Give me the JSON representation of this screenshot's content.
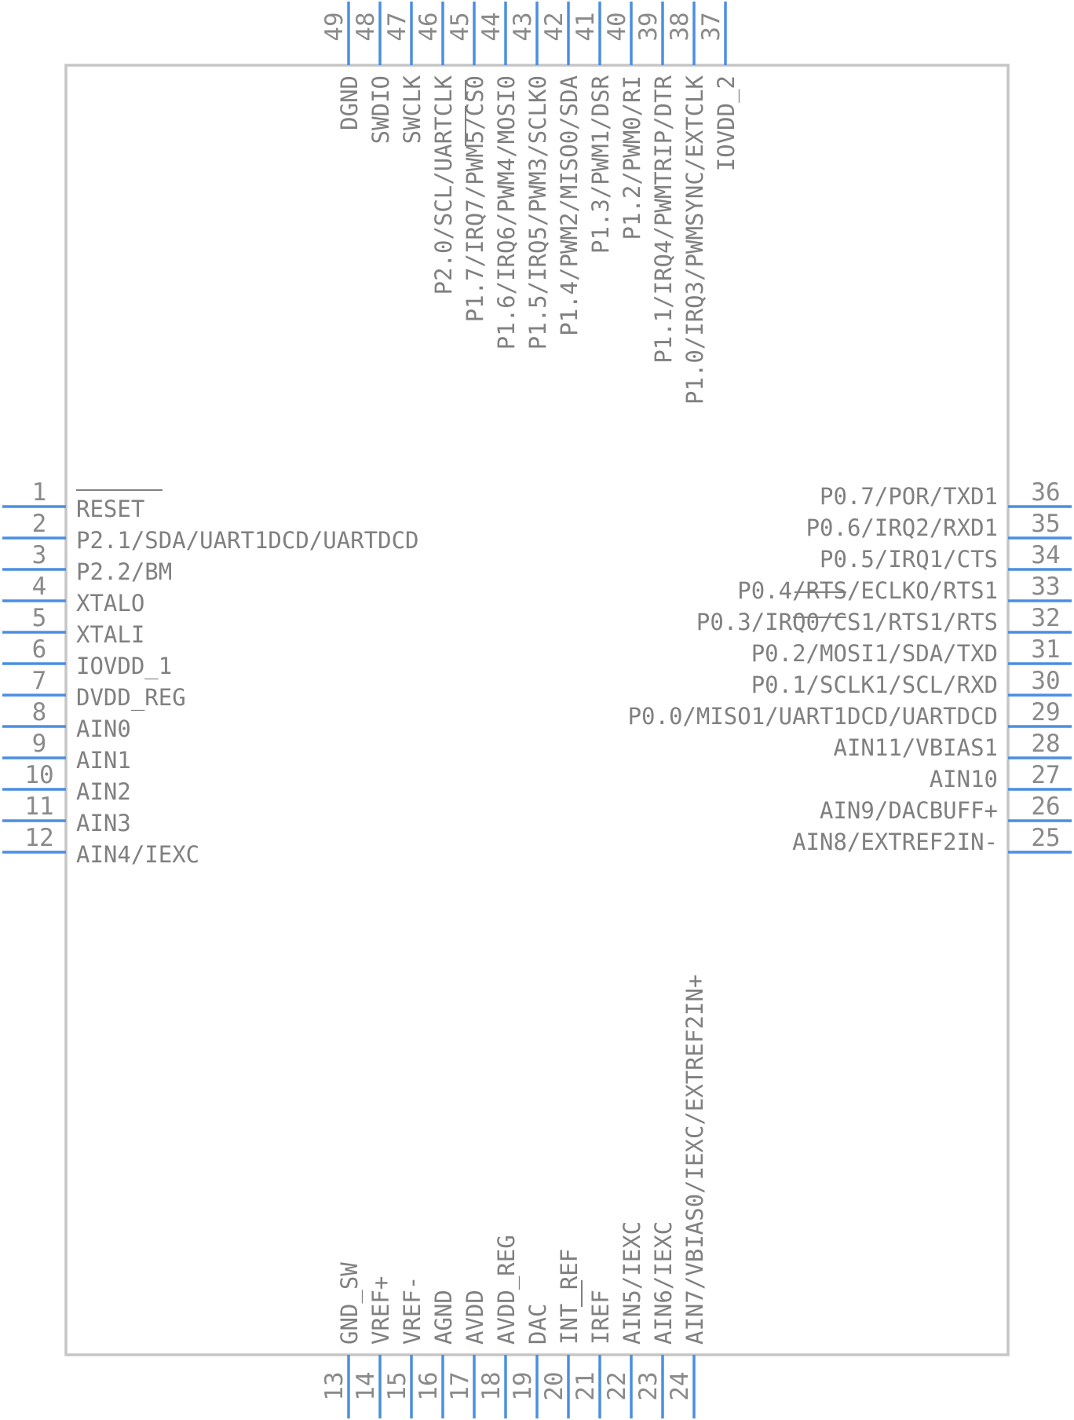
{
  "colors": {
    "pin": "#4a8fe0",
    "body": "#c6c6c6",
    "text": "#808080"
  },
  "component": {
    "left_pins": [
      {
        "number": "1",
        "name": "RESET",
        "overbar": true
      },
      {
        "number": "2",
        "name": "P2.1/SDA/UART1DCD/UARTDCD"
      },
      {
        "number": "3",
        "name": "P2.2/BM"
      },
      {
        "number": "4",
        "name": "XTALO"
      },
      {
        "number": "5",
        "name": "XTALI"
      },
      {
        "number": "6",
        "name": "IOVDD_1"
      },
      {
        "number": "7",
        "name": "DVDD_REG"
      },
      {
        "number": "8",
        "name": "AIN0"
      },
      {
        "number": "9",
        "name": "AIN1"
      },
      {
        "number": "10",
        "name": "AIN2"
      },
      {
        "number": "11",
        "name": "AIN3"
      },
      {
        "number": "12",
        "name": "AIN4/IEXC"
      }
    ],
    "bottom_pins": [
      {
        "number": "13",
        "name": "GND_SW"
      },
      {
        "number": "14",
        "name": "VREF+"
      },
      {
        "number": "15",
        "name": "VREF-"
      },
      {
        "number": "16",
        "name": "AGND"
      },
      {
        "number": "17",
        "name": "AVDD"
      },
      {
        "number": "18",
        "name": "AVDD_REG"
      },
      {
        "number": "19",
        "name": "DAC"
      },
      {
        "number": "20",
        "name": "INT_REF"
      },
      {
        "number": "21",
        "name": "IREF"
      },
      {
        "number": "22",
        "name": "AIN5/IEXC"
      },
      {
        "number": "23",
        "name": "AIN6/IEXC"
      },
      {
        "number": "24",
        "name": "AIN7/VBIAS0/IEXC/EXTREF2IN+"
      }
    ],
    "right_pins": [
      {
        "number": "25",
        "name": "AIN8/EXTREF2IN-"
      },
      {
        "number": "26",
        "name": "AIN9/DACBUFF+"
      },
      {
        "number": "27",
        "name": "AIN10"
      },
      {
        "number": "28",
        "name": "AIN11/VBIAS1"
      },
      {
        "number": "29",
        "name": "P0.0/MISO1/UART1DCD/UARTDCD"
      },
      {
        "number": "30",
        "name": "P0.1/SCLK1/SCL/RXD"
      },
      {
        "number": "31",
        "name": "P0.2/MOSI1/SDA/TXD"
      },
      {
        "number": "32",
        "name": "P0.3/IRQ0/CS1/RTS1/RTS"
      },
      {
        "number": "33",
        "name": "P0.4/RTS/ECLKO/RTS1"
      },
      {
        "number": "34",
        "name": "P0.5/IRQ1/CTS"
      },
      {
        "number": "35",
        "name": "P0.6/IRQ2/RXD1"
      },
      {
        "number": "36",
        "name": "P0.7/POR/TXD1"
      }
    ],
    "top_pins": [
      {
        "number": "37",
        "name": "IOVDD_2"
      },
      {
        "number": "38",
        "name": "P1.0/IRQ3/PWMSYNC/EXTCLK"
      },
      {
        "number": "39",
        "name": "P1.1/IRQ4/PWMTRIP/DTR"
      },
      {
        "number": "40",
        "name": "P1.2/PWM0/RI"
      },
      {
        "number": "41",
        "name": "P1.3/PWM1/DSR"
      },
      {
        "number": "42",
        "name": "P1.4/PWM2/MISO0/SDA"
      },
      {
        "number": "43",
        "name": "P1.5/IRQ5/PWM3/SCLK0"
      },
      {
        "number": "44",
        "name": "P1.6/IRQ6/PWM4/MOSI0"
      },
      {
        "number": "45",
        "name": "P1.7/IRQ7/PWM5/CS0"
      },
      {
        "number": "46",
        "name": "P2.0/SCL/UARTCLK"
      },
      {
        "number": "47",
        "name": "SWCLK"
      },
      {
        "number": "48",
        "name": "SWDIO"
      },
      {
        "number": "49",
        "name": "DGND"
      }
    ]
  }
}
